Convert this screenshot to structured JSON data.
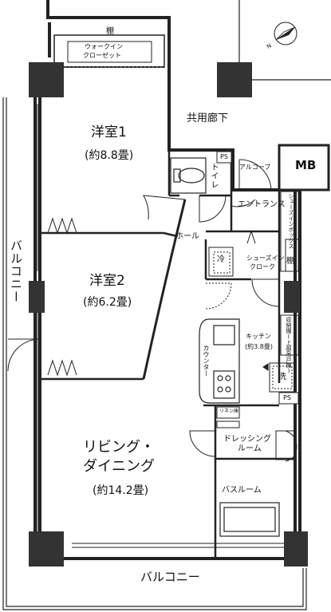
{
  "labels": {
    "shelf_top": "棚",
    "walkin_line1": "ウォークイン",
    "walkin_line2": "クローゼット",
    "corridor": "共用廊下",
    "room1_name": "洋室1",
    "room1_size": "(約8.8畳)",
    "ps1": "PS",
    "toilet": "トイレ",
    "alcove": "アルコーブ",
    "mb": "MB",
    "entrance": "エントランス",
    "shoes_box": "シューズインボックス",
    "hall": "ホール",
    "fridge": "冷",
    "shoes_cloak_1": "シューズイン",
    "shoes_cloak_2": "クローク",
    "shelf_right": "棚",
    "room2_name": "洋室2",
    "room2_size": "(約6.2畳)",
    "storage": "収納棚(上部吊戸棚)",
    "kitchen": "キッチン",
    "kitchen_size": "(約3.8畳)",
    "counter": "カウンター",
    "washer": "洗",
    "ps2": "PS",
    "linen": "リネン庫",
    "dressing_1": "ドレッシング",
    "dressing_2": "ルーム",
    "living_1": "リビング・",
    "living_2": "ダイニング",
    "living_size": "(約14.2畳)",
    "bathroom": "バスルーム",
    "balcony_left": "バルコニー",
    "balcony_bottom": "バルコニー"
  },
  "compass": {
    "pointer": "N"
  }
}
